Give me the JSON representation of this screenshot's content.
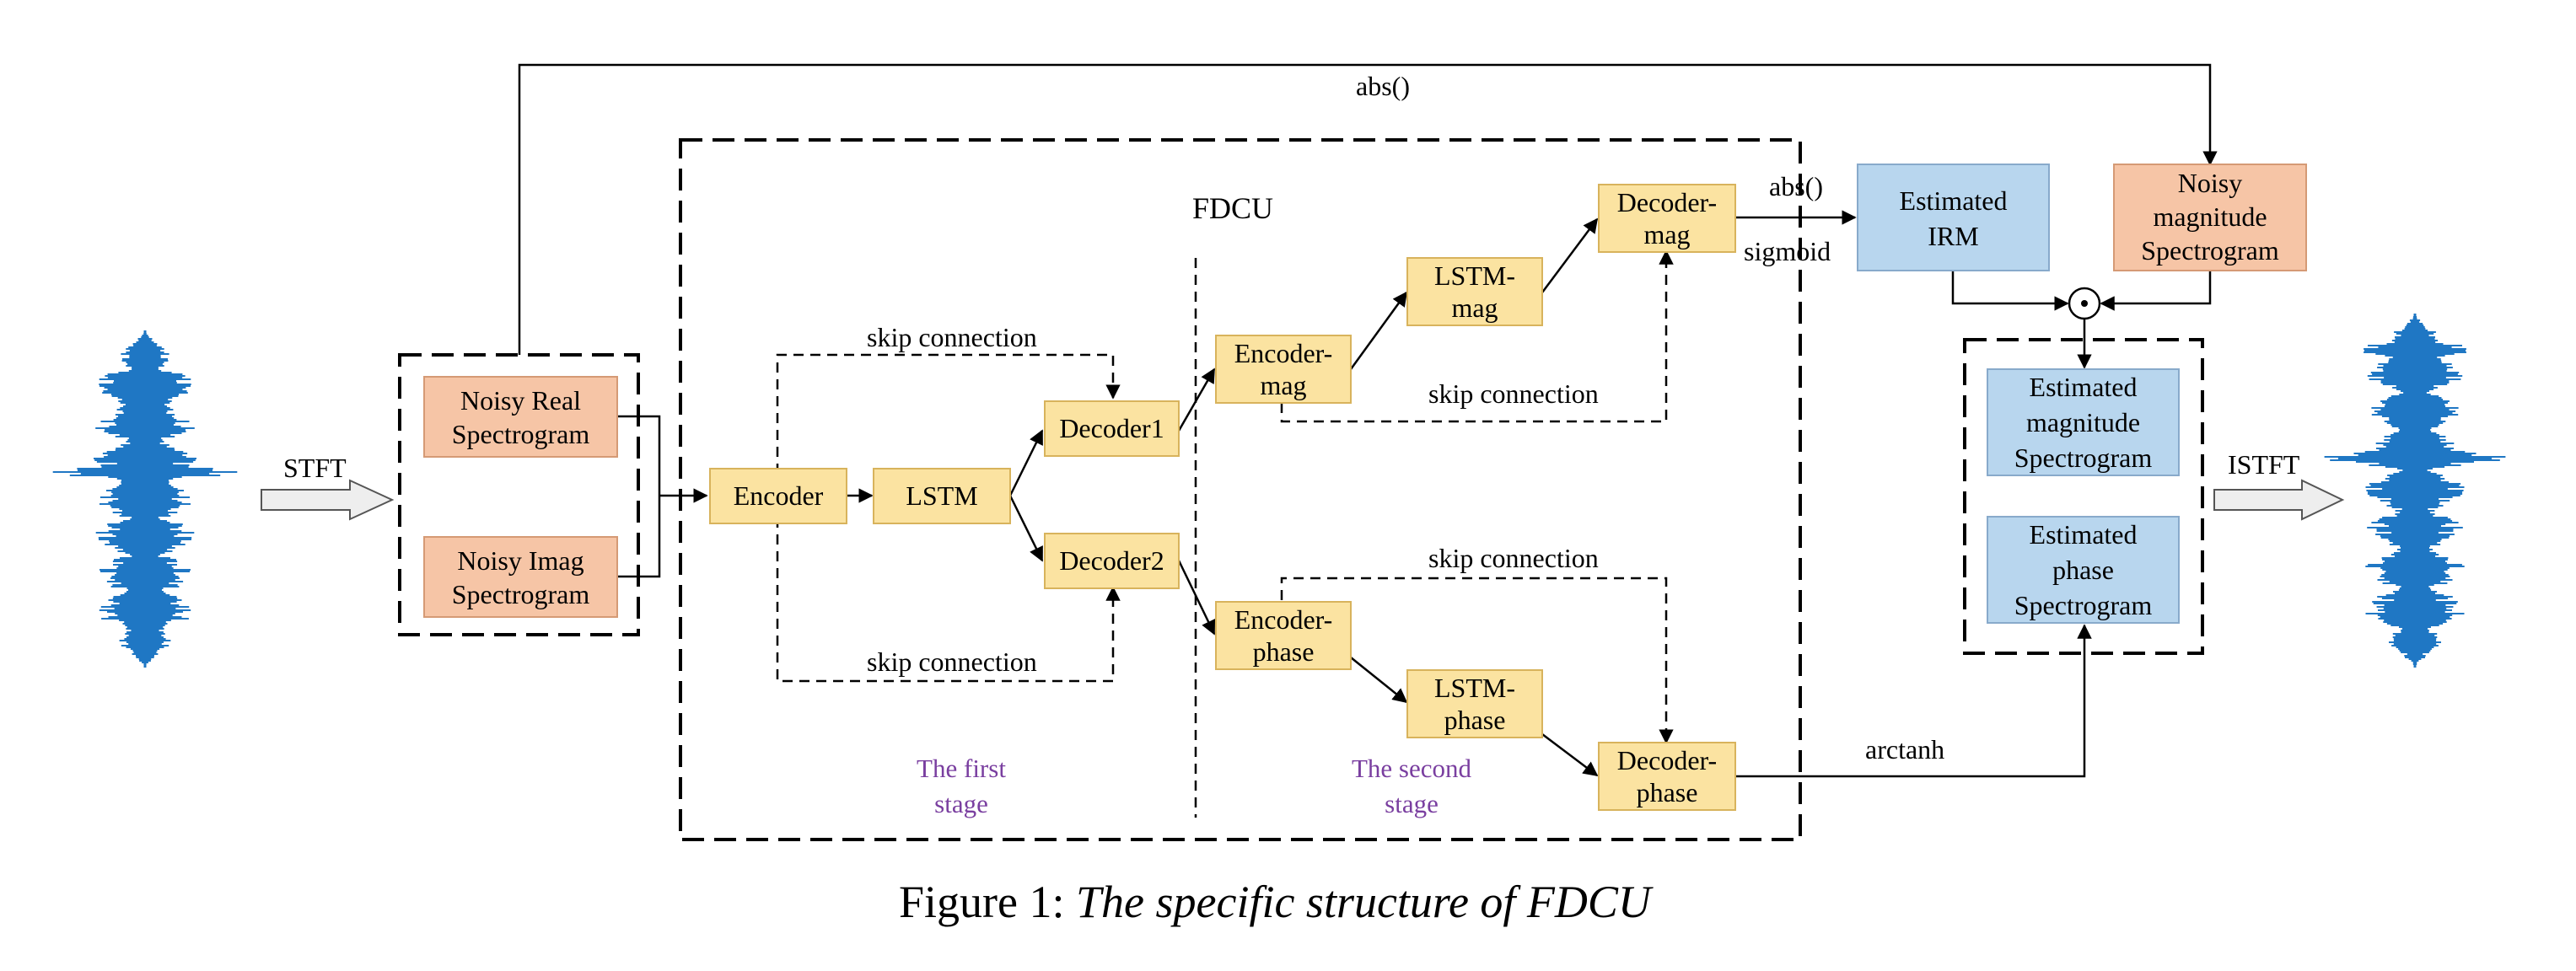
{
  "diagram": {
    "fdcu_title": "FDCU",
    "stage1_label": [
      "The first",
      "stage"
    ],
    "stage2_label": [
      "The second",
      "stage"
    ],
    "boxes": {
      "noisy_real": [
        "Noisy Real",
        "Spectrogram"
      ],
      "noisy_imag": [
        "Noisy Imag",
        "Spectrogram"
      ],
      "encoder": [
        "Encoder"
      ],
      "lstm": [
        "LSTM"
      ],
      "decoder1": [
        "Decoder1"
      ],
      "decoder2": [
        "Decoder2"
      ],
      "encoder_mag": [
        "Encoder-",
        "mag"
      ],
      "lstm_mag": [
        "LSTM-",
        "mag"
      ],
      "decoder_mag": [
        "Decoder-",
        "mag"
      ],
      "encoder_phase": [
        "Encoder-",
        "phase"
      ],
      "lstm_phase": [
        "LSTM-",
        "phase"
      ],
      "decoder_phase": [
        "Decoder-",
        "phase"
      ],
      "estimated_irm": [
        "Estimated",
        "IRM"
      ],
      "noisy_magnitude": [
        "Noisy",
        "magnitude",
        "Spectrogram"
      ],
      "estimated_magnitude": [
        "Estimated",
        "magnitude",
        "Spectrogram"
      ],
      "estimated_phase": [
        "Estimated",
        "phase",
        "Spectrogram"
      ]
    },
    "edge_labels": {
      "abs_top": "abs()",
      "abs_mag": "abs()",
      "sigmoid": "sigmoid",
      "arctanh": "arctanh",
      "stft": "STFT",
      "istft": "ISTFT",
      "skip1": "skip connection",
      "skip2": "skip connection",
      "skip3": "skip connection",
      "skip4": "skip connection",
      "dot": "⊙"
    },
    "colors": {
      "fdcu_background": "#e2efda",
      "yellow_box": "#fbe3a1",
      "orange_box": "#f6c5a6",
      "blue_box": "#b8d6ee",
      "waveform": "#1f77c4",
      "stage_label": "#7a3fa0"
    }
  },
  "caption": {
    "prefix": "Figure 1: ",
    "text": "The specific structure of FDCU"
  }
}
